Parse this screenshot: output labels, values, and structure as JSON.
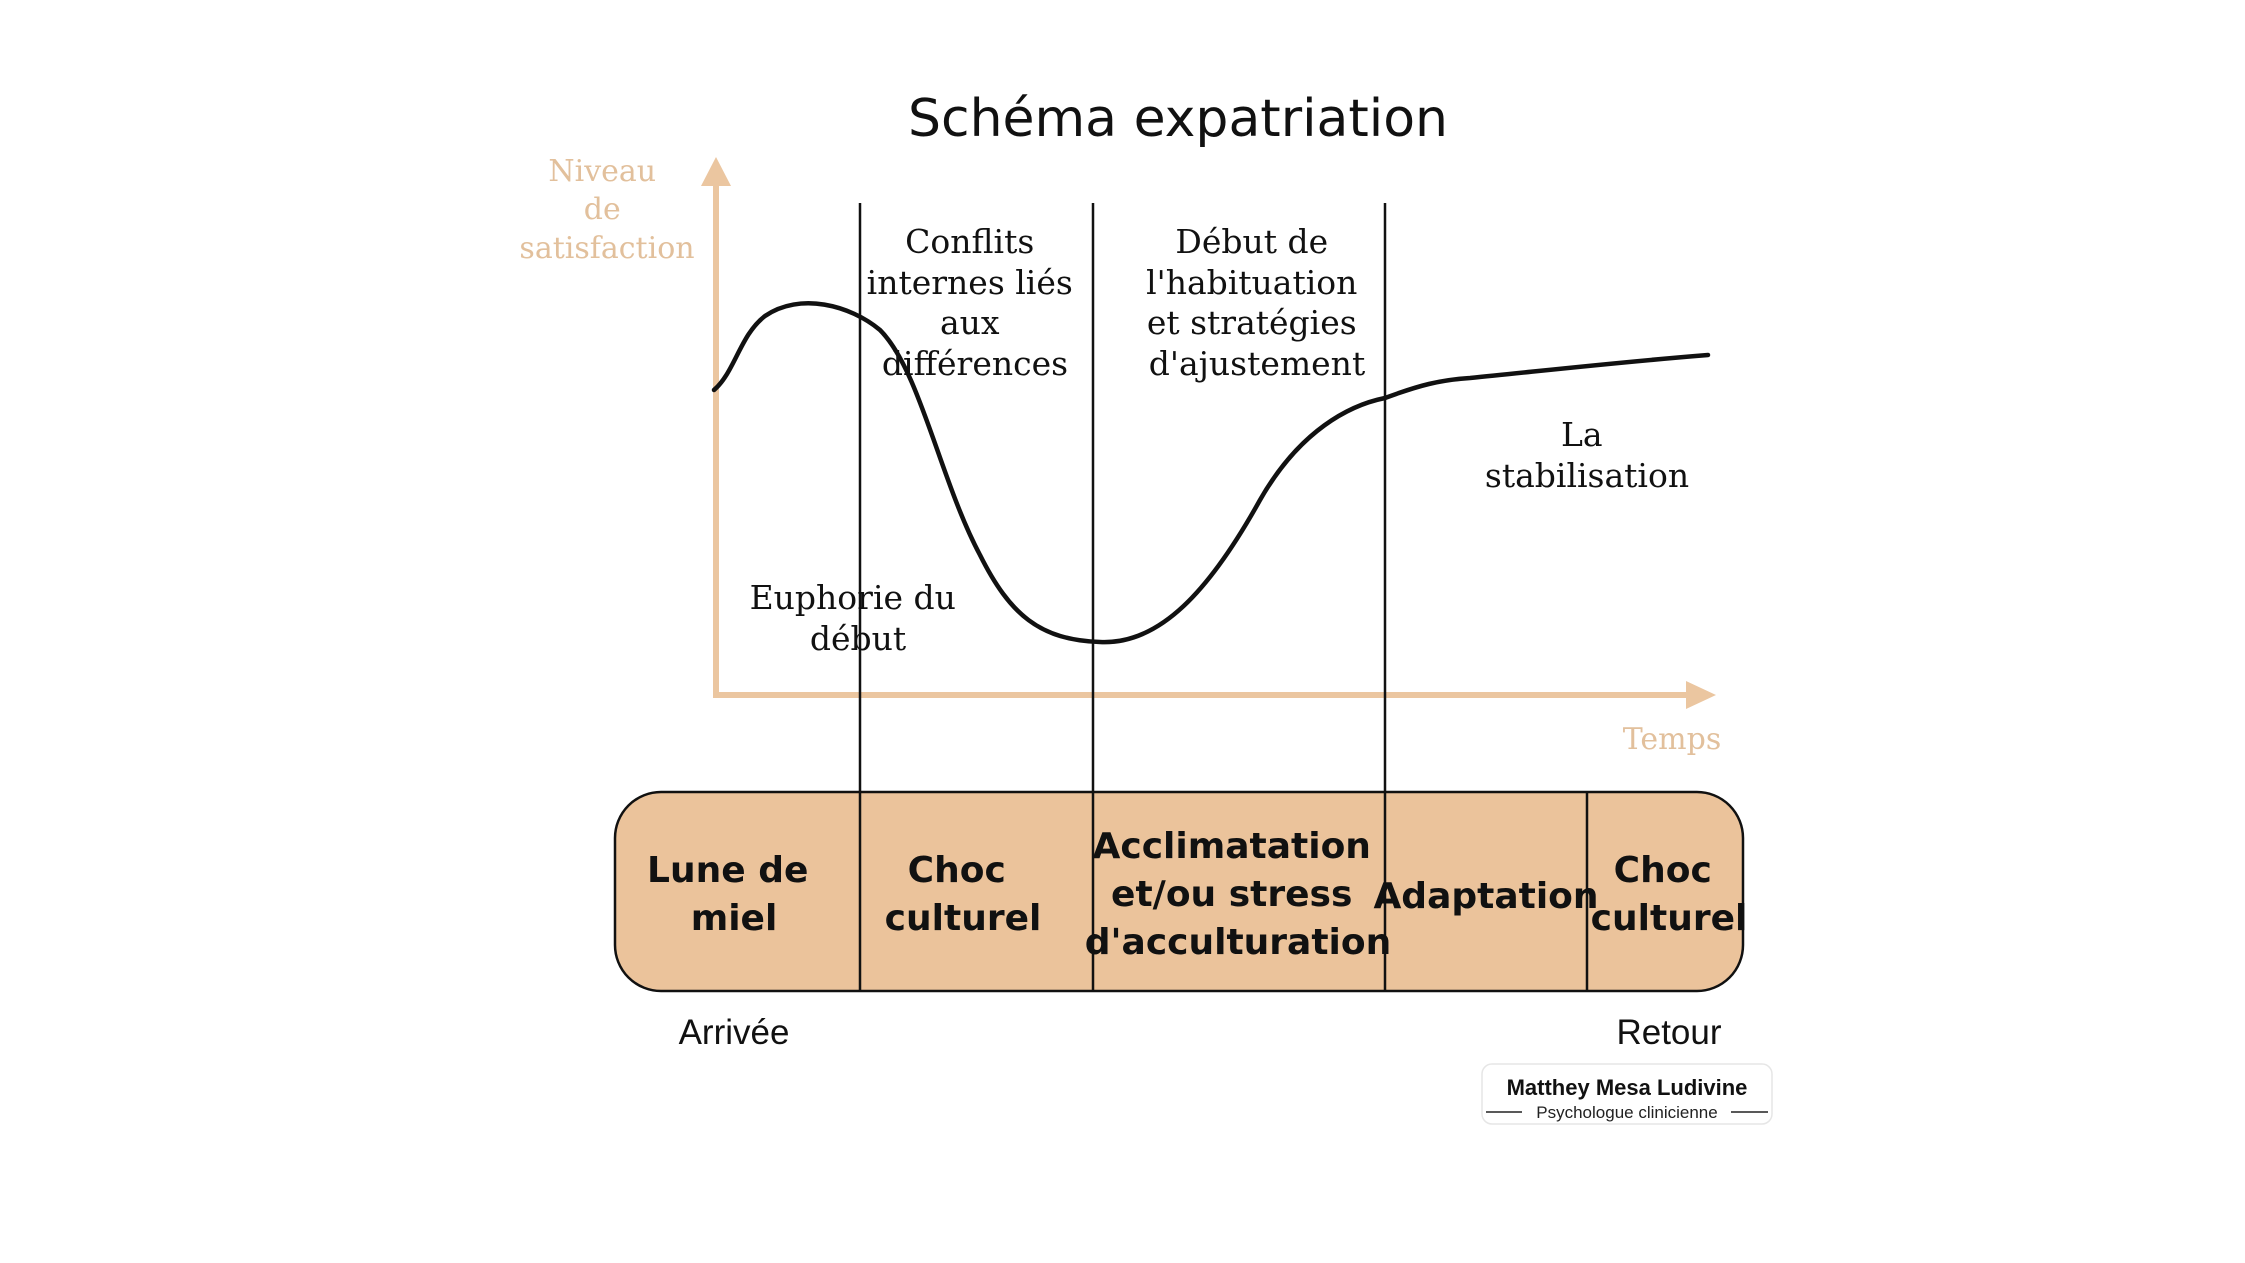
{
  "title": "Schéma expatriation",
  "colors": {
    "axis": "#ebc6a0",
    "axis_label": "#e2c09c",
    "band_fill": "#ebc39b",
    "line": "#111111"
  },
  "axes": {
    "y_label": [
      "Niveau",
      "de",
      "satisfaction"
    ],
    "x_label": "Temps"
  },
  "annotations": {
    "euphoria": [
      "Euphorie du",
      "début"
    ],
    "conflicts": [
      "Conflits",
      "internes liés",
      "aux",
      "différences"
    ],
    "habituation": [
      "Début de",
      "l'habituation",
      "et stratégies",
      "d'ajustement"
    ],
    "stabilisation": [
      "La",
      "stabilisation"
    ]
  },
  "phases": [
    {
      "label": [
        "Lune de",
        "miel"
      ]
    },
    {
      "label": [
        "Choc",
        "culturel"
      ]
    },
    {
      "label": [
        "Acclimatation",
        "et/ou stress",
        "d'acculturation"
      ]
    },
    {
      "label": [
        "Adaptation"
      ]
    },
    {
      "label": [
        "Choc",
        "culturel"
      ]
    }
  ],
  "footer": {
    "start": "Arrivée",
    "end": "Retour"
  },
  "signature": {
    "name": "Matthey Mesa Ludivine",
    "subtitle": "Psychologue clinicienne"
  }
}
